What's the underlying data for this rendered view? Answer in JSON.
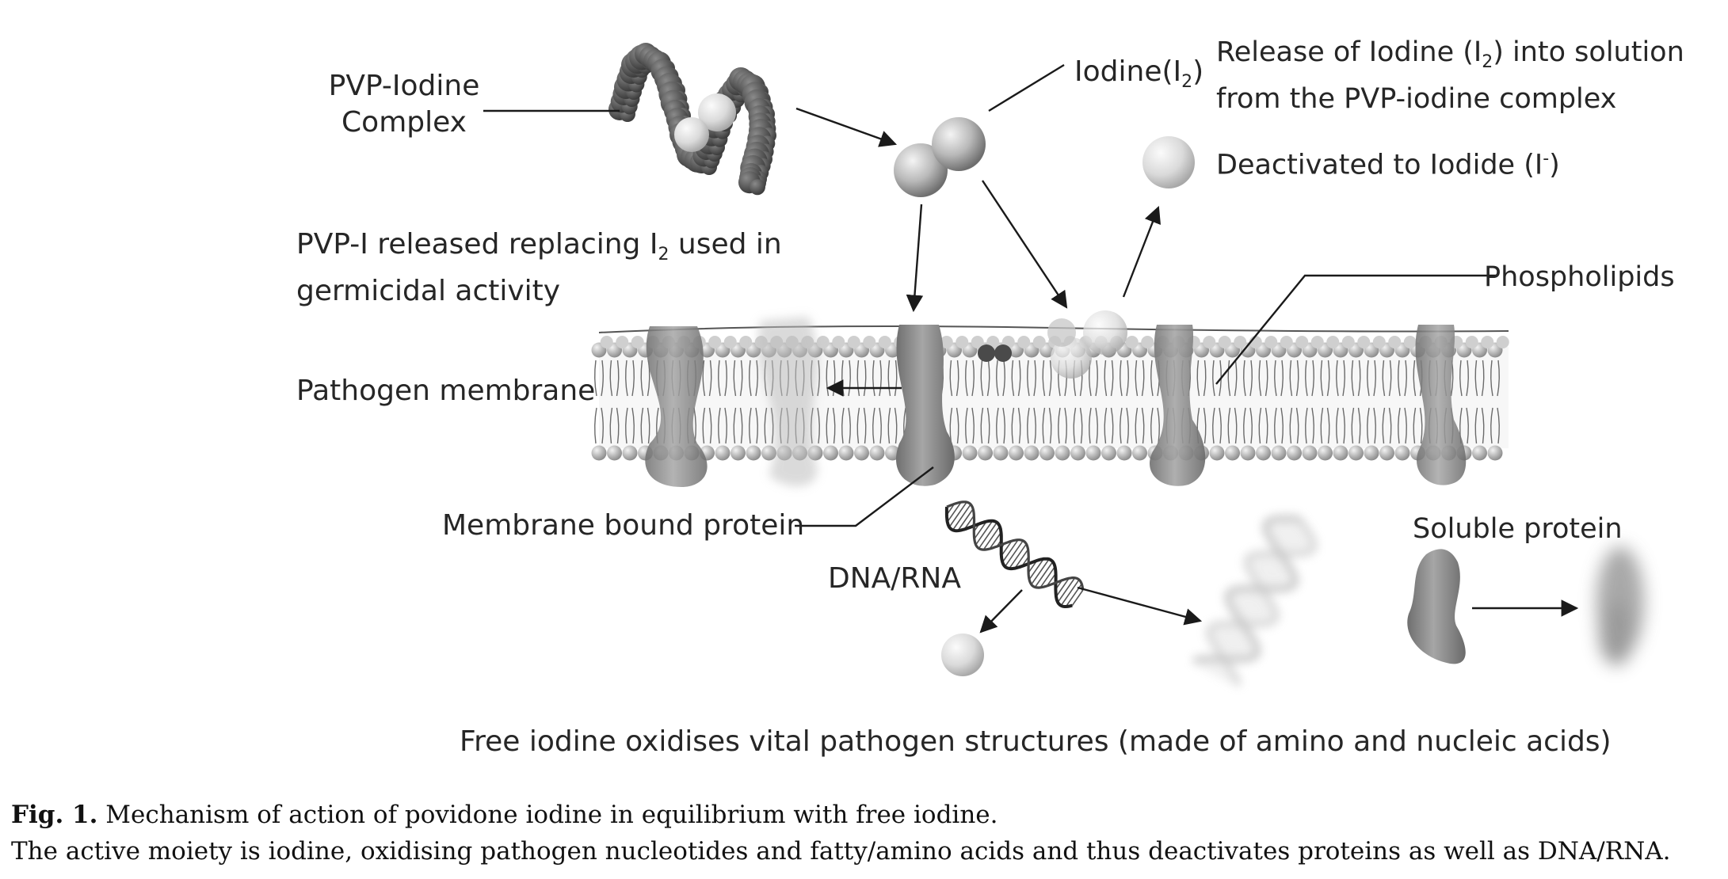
{
  "labels": {
    "pvp_complex_line1": "PVP-Iodine",
    "pvp_complex_line2": "Complex",
    "iodine_pre": "Iodine(I",
    "iodine_sub": "2",
    "iodine_post": ")",
    "release_line1_pre": "Release of  Iodine (I",
    "release_line1_sub": "2",
    "release_line1_post": ") into solution",
    "release_line2": "from the PVP-iodine complex",
    "deactivated_pre": "Deactivated to Iodide (I",
    "deactivated_sup": "-",
    "deactivated_post": ")",
    "pvp_released_line1_pre": "PVP-I released replacing I",
    "pvp_released_line1_sub": "2",
    "pvp_released_line1_post": " used in",
    "pvp_released_line2": "germicidal activity",
    "phospholipids": "Phospholipids",
    "pathogen_membrane": "Pathogen membrane",
    "membrane_bound_protein": "Membrane bound protein",
    "dna_rna": "DNA/RNA",
    "soluble_protein": "Soluble protein",
    "free_iodine": "Free iodine oxidises vital pathogen structures (made of amino and nucleic acids)"
  },
  "caption": {
    "fig_label": "Fig. 1.",
    "title": "Mechanism of action of povidone iodine in equilibrium with free iodine.",
    "body": "The active moiety is iodine, oxidising pathogen nucleotides and fatty/amino acids and thus deactivates proteins as well as DNA/RNA."
  },
  "colors": {
    "stroke": "#1a1a1a",
    "sphere_light": "#e6e6e6",
    "sphere_dark": "#7a7a7a",
    "protein": "#8a8a8a"
  }
}
